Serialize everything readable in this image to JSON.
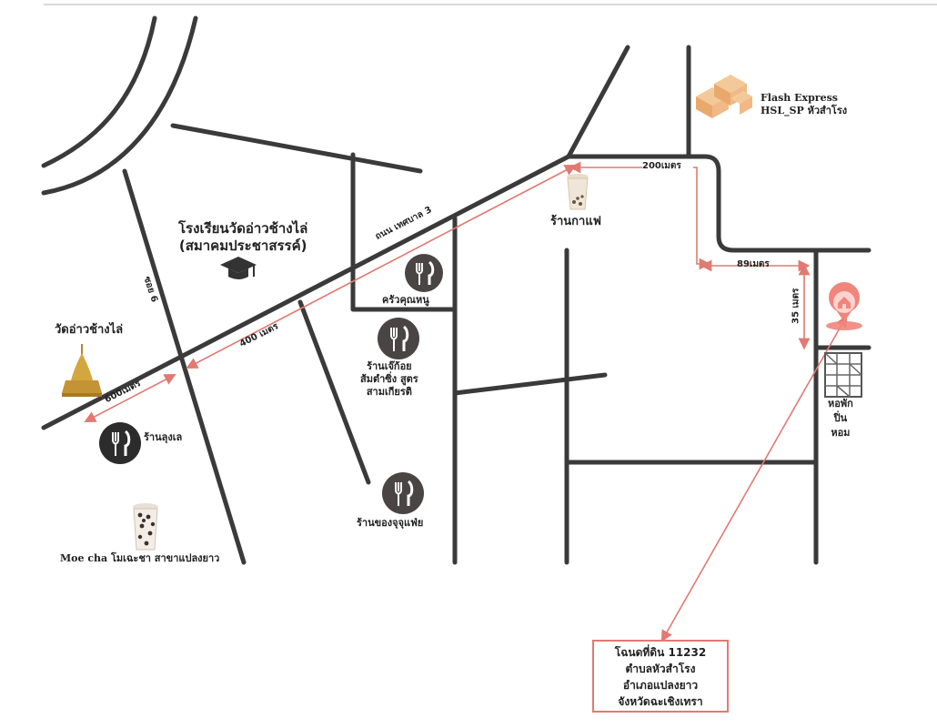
{
  "map": {
    "places": {
      "school_line1": "โรงเรียนวัดอ่าวช้างไล่",
      "school_line2": "(สมาคมประชาสรรค์)",
      "temple": "วัดอ่าวช้างไล่",
      "flash_line1": "Flash Express",
      "flash_line2": "HSL_SP หัวสำโรง",
      "cafe": "ร้านกาแฟ",
      "krua_khun_nu": "ครัวคุณหนู",
      "jae_koy_line1": "ร้านเจ๊ก้อย",
      "jae_koy_line2": "ส้มตำซิ่ง สูตร",
      "jae_koy_line3": "สามเกียรติ",
      "lung_lek": "ร้านลุงเล",
      "moe_cha": "Moe cha โมเฉะชา สาขาแปลงยาว",
      "chor_jujub": "ร้านของจุจุแฟ่ย",
      "dorm_line1": "หอพัก",
      "dorm_line2": "ปิ่น",
      "dorm_line3": "หอม"
    },
    "roads": {
      "thesaban3": "ถนน เทศบาล 3",
      "soi6": "ซอย 6"
    },
    "distances": {
      "d200": "200เมตร",
      "d89": "89เมตร",
      "d35": "35 เมตร",
      "d400": "400 เมตร",
      "d600": "600เมตร"
    },
    "deed": {
      "line1": "โฉนดที่ดิน 11232",
      "line2": "ตำบลหัวสำโรง",
      "line3": "อำเภอแปลงยาว",
      "line4": "จังหวัดฉะเชิงเทรา"
    },
    "icons": [
      "school-cap-icon",
      "temple-stupa-icon",
      "package-boxes-icon",
      "coffee-cup-icon",
      "restaurant-icon",
      "bubble-tea-icon",
      "dormitory-building-icon",
      "home-location-pin-icon"
    ],
    "colors": {
      "road": "#3a3a3a",
      "route": "#e07a72",
      "icon_dark": "#4b4444",
      "pin": "#f0857c"
    }
  }
}
